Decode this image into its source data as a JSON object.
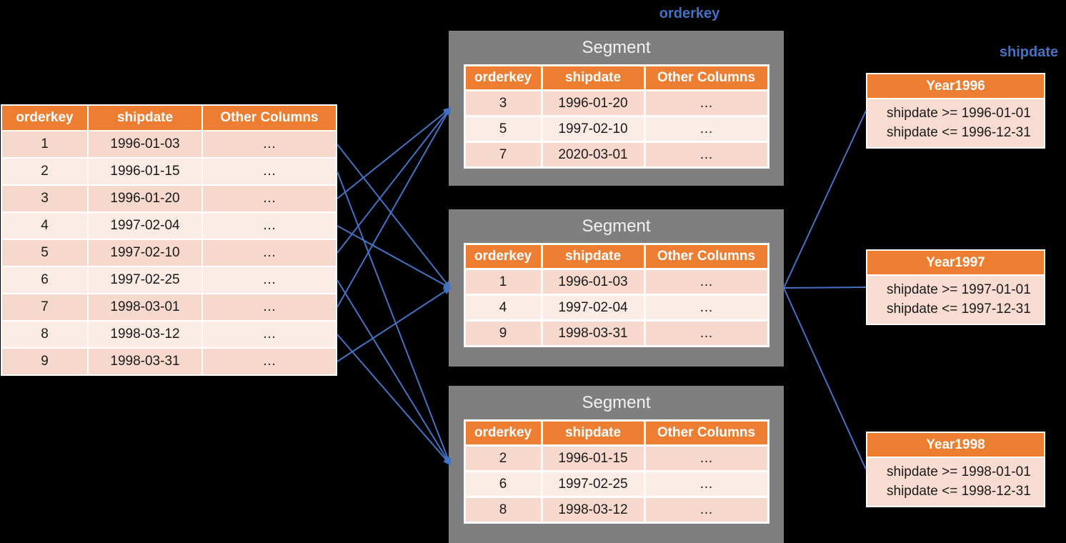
{
  "colors": {
    "background": "#000000",
    "accent_orange": "#ED7D31",
    "row_dark_pink": "#F6D9CC",
    "row_light_pink": "#FBECE6",
    "filter_body_pink": "#F8DCD2",
    "panel_gray": "#7F7F7F",
    "wire_blue": "#4472C4",
    "header_text": "#FFFFFF"
  },
  "partition_labels": {
    "orderkey": "orderkey",
    "shipdate": "shipdate"
  },
  "source_table": {
    "headers": [
      "orderkey",
      "shipdate",
      "Other Columns"
    ],
    "rows": [
      [
        "1",
        "1996-01-03",
        "…"
      ],
      [
        "2",
        "1996-01-15",
        "…"
      ],
      [
        "3",
        "1996-01-20",
        "…"
      ],
      [
        "4",
        "1997-02-04",
        "…"
      ],
      [
        "5",
        "1997-02-10",
        "…"
      ],
      [
        "6",
        "1997-02-25",
        "…"
      ],
      [
        "7",
        "1998-03-01",
        "…"
      ],
      [
        "8",
        "1998-03-12",
        "…"
      ],
      [
        "9",
        "1998-03-31",
        "…"
      ]
    ]
  },
  "segments": [
    {
      "title": "Segment",
      "headers": [
        "orderkey",
        "shipdate",
        "Other Columns"
      ],
      "rows": [
        [
          "3",
          "1996-01-20",
          "…"
        ],
        [
          "5",
          "1997-02-10",
          "…"
        ],
        [
          "7",
          "2020-03-01",
          "…"
        ]
      ]
    },
    {
      "title": "Segment",
      "headers": [
        "orderkey",
        "shipdate",
        "Other Columns"
      ],
      "rows": [
        [
          "1",
          "1996-01-03",
          "…"
        ],
        [
          "4",
          "1997-02-04",
          "…"
        ],
        [
          "9",
          "1998-03-31",
          "…"
        ]
      ]
    },
    {
      "title": "Segment",
      "headers": [
        "orderkey",
        "shipdate",
        "Other Columns"
      ],
      "rows": [
        [
          "2",
          "1996-01-15",
          "…"
        ],
        [
          "6",
          "1997-02-25",
          "…"
        ],
        [
          "8",
          "1998-03-12",
          "…"
        ]
      ]
    }
  ],
  "filters": [
    {
      "title": "Year1996",
      "conditions": [
        "shipdate >= 1996-01-01",
        "shipdate <= 1996-12-31"
      ]
    },
    {
      "title": "Year1997",
      "conditions": [
        "shipdate >= 1997-01-01",
        "shipdate <= 1997-12-31"
      ]
    },
    {
      "title": "Year1998",
      "conditions": [
        "shipdate >= 1998-01-01",
        "shipdate <= 1998-12-31"
      ]
    }
  ],
  "connections": {
    "rows_to_segments": [
      {
        "row": 0,
        "segment": 1
      },
      {
        "row": 1,
        "segment": 2
      },
      {
        "row": 2,
        "segment": 0
      },
      {
        "row": 3,
        "segment": 1
      },
      {
        "row": 4,
        "segment": 0
      },
      {
        "row": 5,
        "segment": 2
      },
      {
        "row": 6,
        "segment": 0
      },
      {
        "row": 7,
        "segment": 2
      },
      {
        "row": 8,
        "segment": 1
      }
    ],
    "segment_to_filters": {
      "segment": 1,
      "filters": [
        0,
        1,
        2
      ]
    }
  }
}
